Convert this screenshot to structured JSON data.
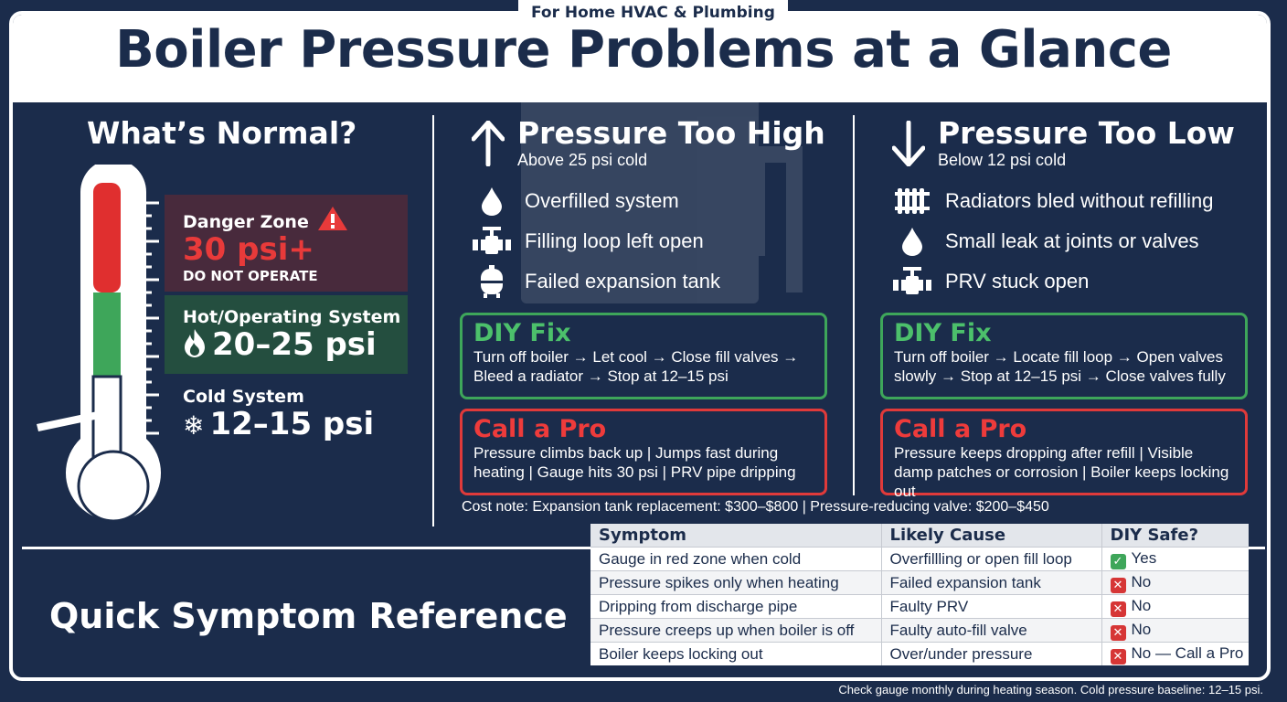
{
  "header": {
    "badge": "For Home HVAC & Plumbing",
    "title": "Boiler Pressure Problems at a Glance"
  },
  "normal": {
    "title": "What’s Normal?",
    "zones": [
      {
        "label": "Danger Zone",
        "value": "30 psi+",
        "note": "DO NOT OPERATE",
        "icon": "warning-icon",
        "color": "#e83a3a"
      },
      {
        "label": "Hot/Operating System",
        "value": "20–25 psi",
        "icon": "flame-icon",
        "color": "#3ea65a"
      },
      {
        "label": "Cold System",
        "value": "12–15 psi",
        "icon": "snowflake-icon",
        "color": "#ffffff"
      }
    ]
  },
  "high": {
    "title": "Pressure Too High",
    "subtitle": "Above 25 psi cold",
    "icon": "arrow-up-icon",
    "causes": [
      {
        "text": "Overfilled system",
        "icon": "water-drop-icon"
      },
      {
        "text": "Filling loop left open",
        "icon": "valve-icon"
      },
      {
        "text": "Failed expansion tank",
        "icon": "expansion-tank-icon"
      }
    ],
    "fix": {
      "title": "DIY Fix",
      "text": "Turn off boiler → Let cool → Close fill valves → Bleed a radiator → Stop at 12–15 psi"
    },
    "pro": {
      "title": "Call a Pro",
      "text": "Pressure climbs back up | Jumps fast during heating | Gauge hits 30 psi | PRV pipe dripping"
    }
  },
  "low": {
    "title": "Pressure Too Low",
    "subtitle": "Below 12 psi cold",
    "icon": "arrow-down-icon",
    "causes": [
      {
        "text": "Radiators bled without refilling",
        "icon": "radiator-icon"
      },
      {
        "text": "Small leak at joints or valves",
        "icon": "water-drop-icon"
      },
      {
        "text": "PRV stuck open",
        "icon": "valve-icon"
      }
    ],
    "fix": {
      "title": "DIY Fix",
      "text": "Turn off boiler → Locate fill loop → Open valves slowly → Stop at 12–15 psi → Close valves fully"
    },
    "pro": {
      "title": "Call a Pro",
      "text": "Pressure keeps dropping after refill | Visible damp patches or corrosion | Boiler keeps locking out"
    }
  },
  "cost_note": "Cost note: Expansion tank replacement: $300–$800 | Pressure-reducing valve: $200–$450",
  "reference": {
    "title": "Quick Symptom Reference",
    "columns": [
      "Symptom",
      "Likely Cause",
      "DIY Safe?"
    ],
    "rows": [
      {
        "symptom": "Gauge in red zone when cold",
        "cause": "Overfillling or open fill loop",
        "safe": "Yes",
        "safe_icon": "check-icon"
      },
      {
        "symptom": "Pressure spikes only when heating",
        "cause": "Failed expansion tank",
        "safe": "No",
        "safe_icon": "x-icon"
      },
      {
        "symptom": "Dripping from discharge pipe",
        "cause": "Faulty PRV",
        "safe": "No",
        "safe_icon": "x-icon"
      },
      {
        "symptom": "Pressure creeps up when boiler is off",
        "cause": "Faulty auto-fill valve",
        "safe": "No",
        "safe_icon": "x-icon"
      },
      {
        "symptom": "Boiler keeps locking out",
        "cause": "Over/under pressure",
        "safe": "No — Call a Pro",
        "safe_icon": "x-icon"
      }
    ]
  },
  "footer": "Check gauge monthly during heating season. Cold pressure baseline: 12–15 psi.",
  "colors": {
    "navy": "#1b2c4b",
    "red": "#e83a3a",
    "green": "#3ea65a",
    "white": "#ffffff"
  }
}
